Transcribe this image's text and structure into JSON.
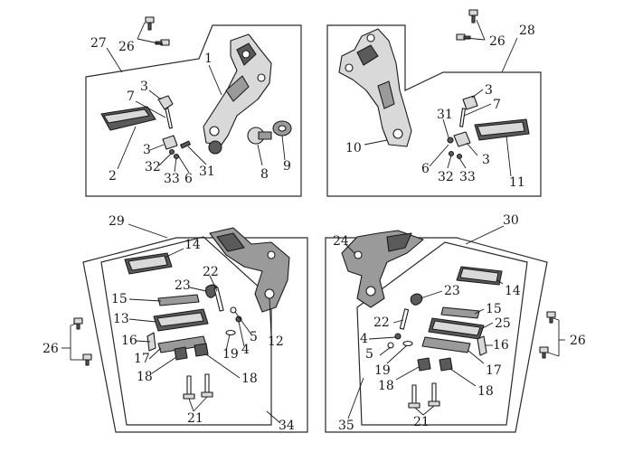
{
  "diagram": {
    "quadrants": [
      {
        "name": "front-left",
        "labels": [
          "27",
          "26",
          "1",
          "3",
          "7",
          "2",
          "3",
          "32",
          "33",
          "6",
          "31",
          "8",
          "9"
        ]
      },
      {
        "name": "front-right",
        "labels": [
          "28",
          "26",
          "3",
          "7",
          "31",
          "10",
          "6",
          "32",
          "33",
          "3",
          "11"
        ]
      },
      {
        "name": "rear-left",
        "labels": [
          "29",
          "14",
          "22",
          "23",
          "15",
          "13",
          "16",
          "17",
          "18",
          "19",
          "4",
          "5",
          "12",
          "18",
          "21",
          "34",
          "26"
        ]
      },
      {
        "name": "rear-right",
        "labels": [
          "30",
          "24",
          "23",
          "14",
          "15",
          "22",
          "25",
          "4",
          "5",
          "16",
          "19",
          "17",
          "18",
          "18",
          "21",
          "35",
          "26"
        ]
      }
    ]
  }
}
